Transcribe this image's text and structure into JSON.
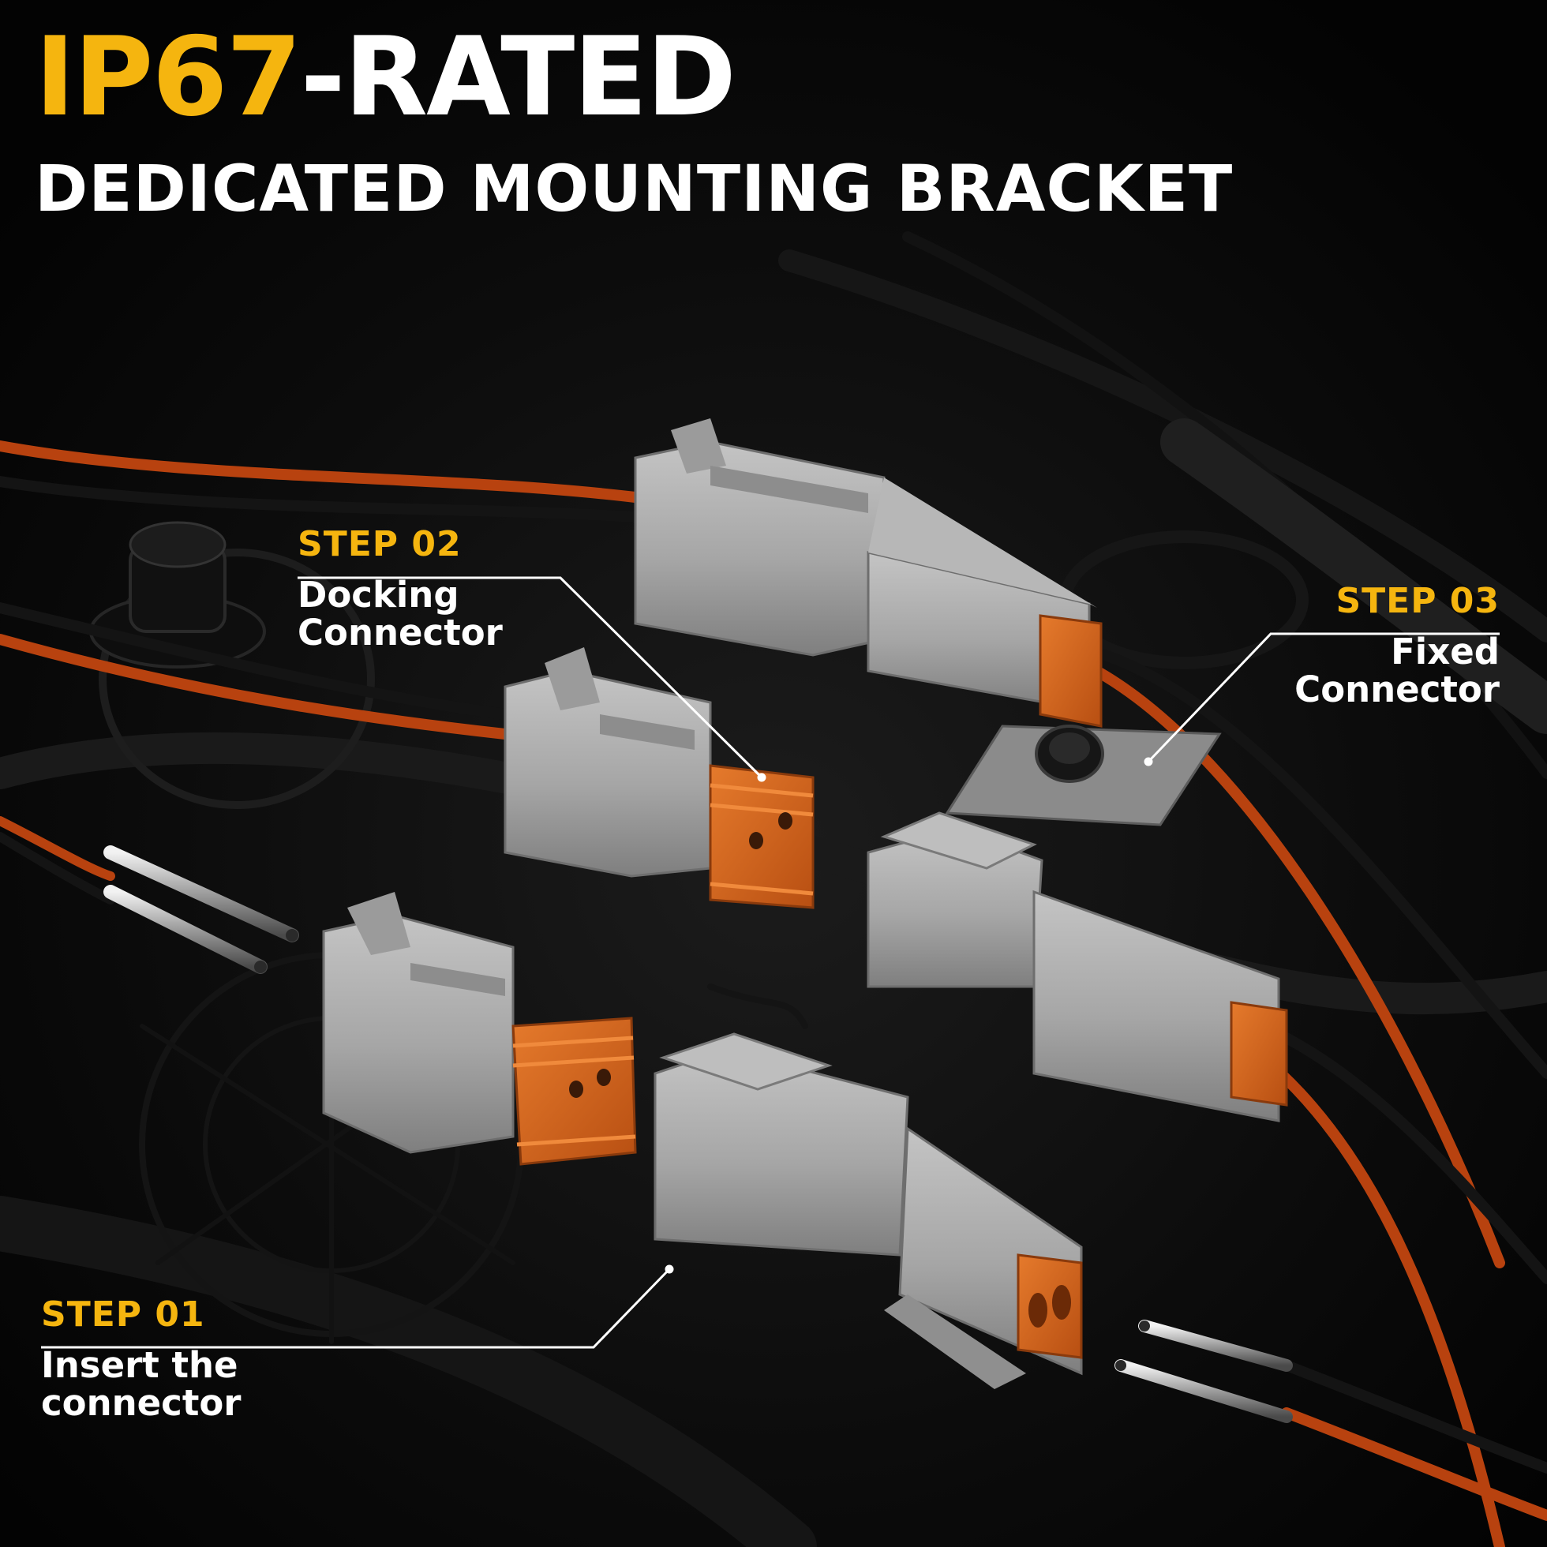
{
  "headline": {
    "accent": "IP67",
    "rest": "-RATED"
  },
  "subtitle": "DEDICATED MOUNTING BRACKET",
  "callouts": {
    "step_02": {
      "step": "STEP 02",
      "desc": "Docking Connector"
    },
    "step_03": {
      "step": "STEP 03",
      "desc": "Fixed Connector"
    },
    "step_01": {
      "step": "STEP 01",
      "desc": "Insert the connector"
    }
  },
  "colors": {
    "accent": "#f5b50f",
    "text": "#ffffff",
    "background": "#050505",
    "connector_gray": "#a9a9a9",
    "seal_orange": "#d8661a",
    "wire_red": "#b8420f",
    "wire_black": "#141414"
  }
}
